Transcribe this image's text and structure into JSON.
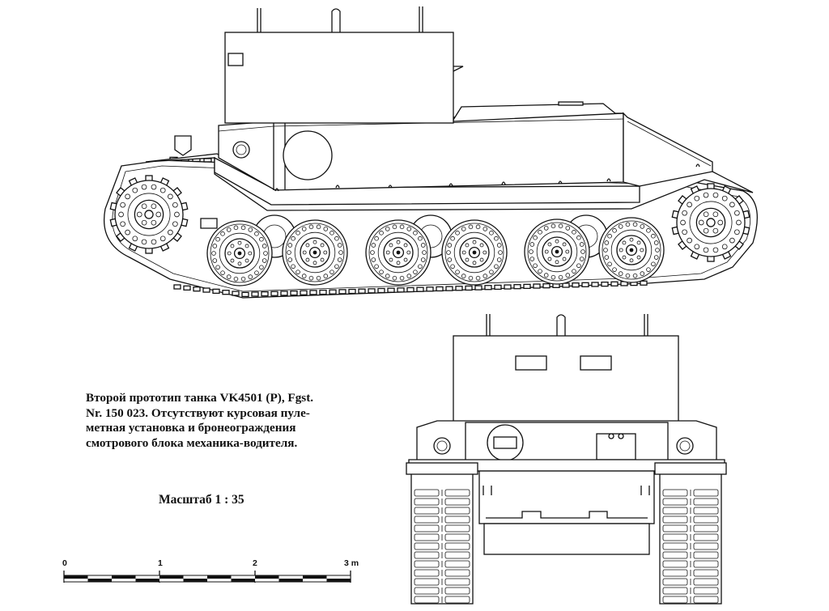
{
  "caption": {
    "lines": [
      "Второй прототип танка VK4501 (P), Fgst.",
      "Nr. 150 023. Отсутствуют курсовая пуле-",
      "метная установка и бронеограждения",
      "смотрового блока механика-водителя."
    ]
  },
  "scale": {
    "label": "Масштаб 1 : 35",
    "ticks": [
      "0",
      "1",
      "2",
      "3 m"
    ],
    "segments": 12
  },
  "views": {
    "side": {
      "road_wheels": 6
    },
    "front": {
      "track_units": 2
    }
  }
}
